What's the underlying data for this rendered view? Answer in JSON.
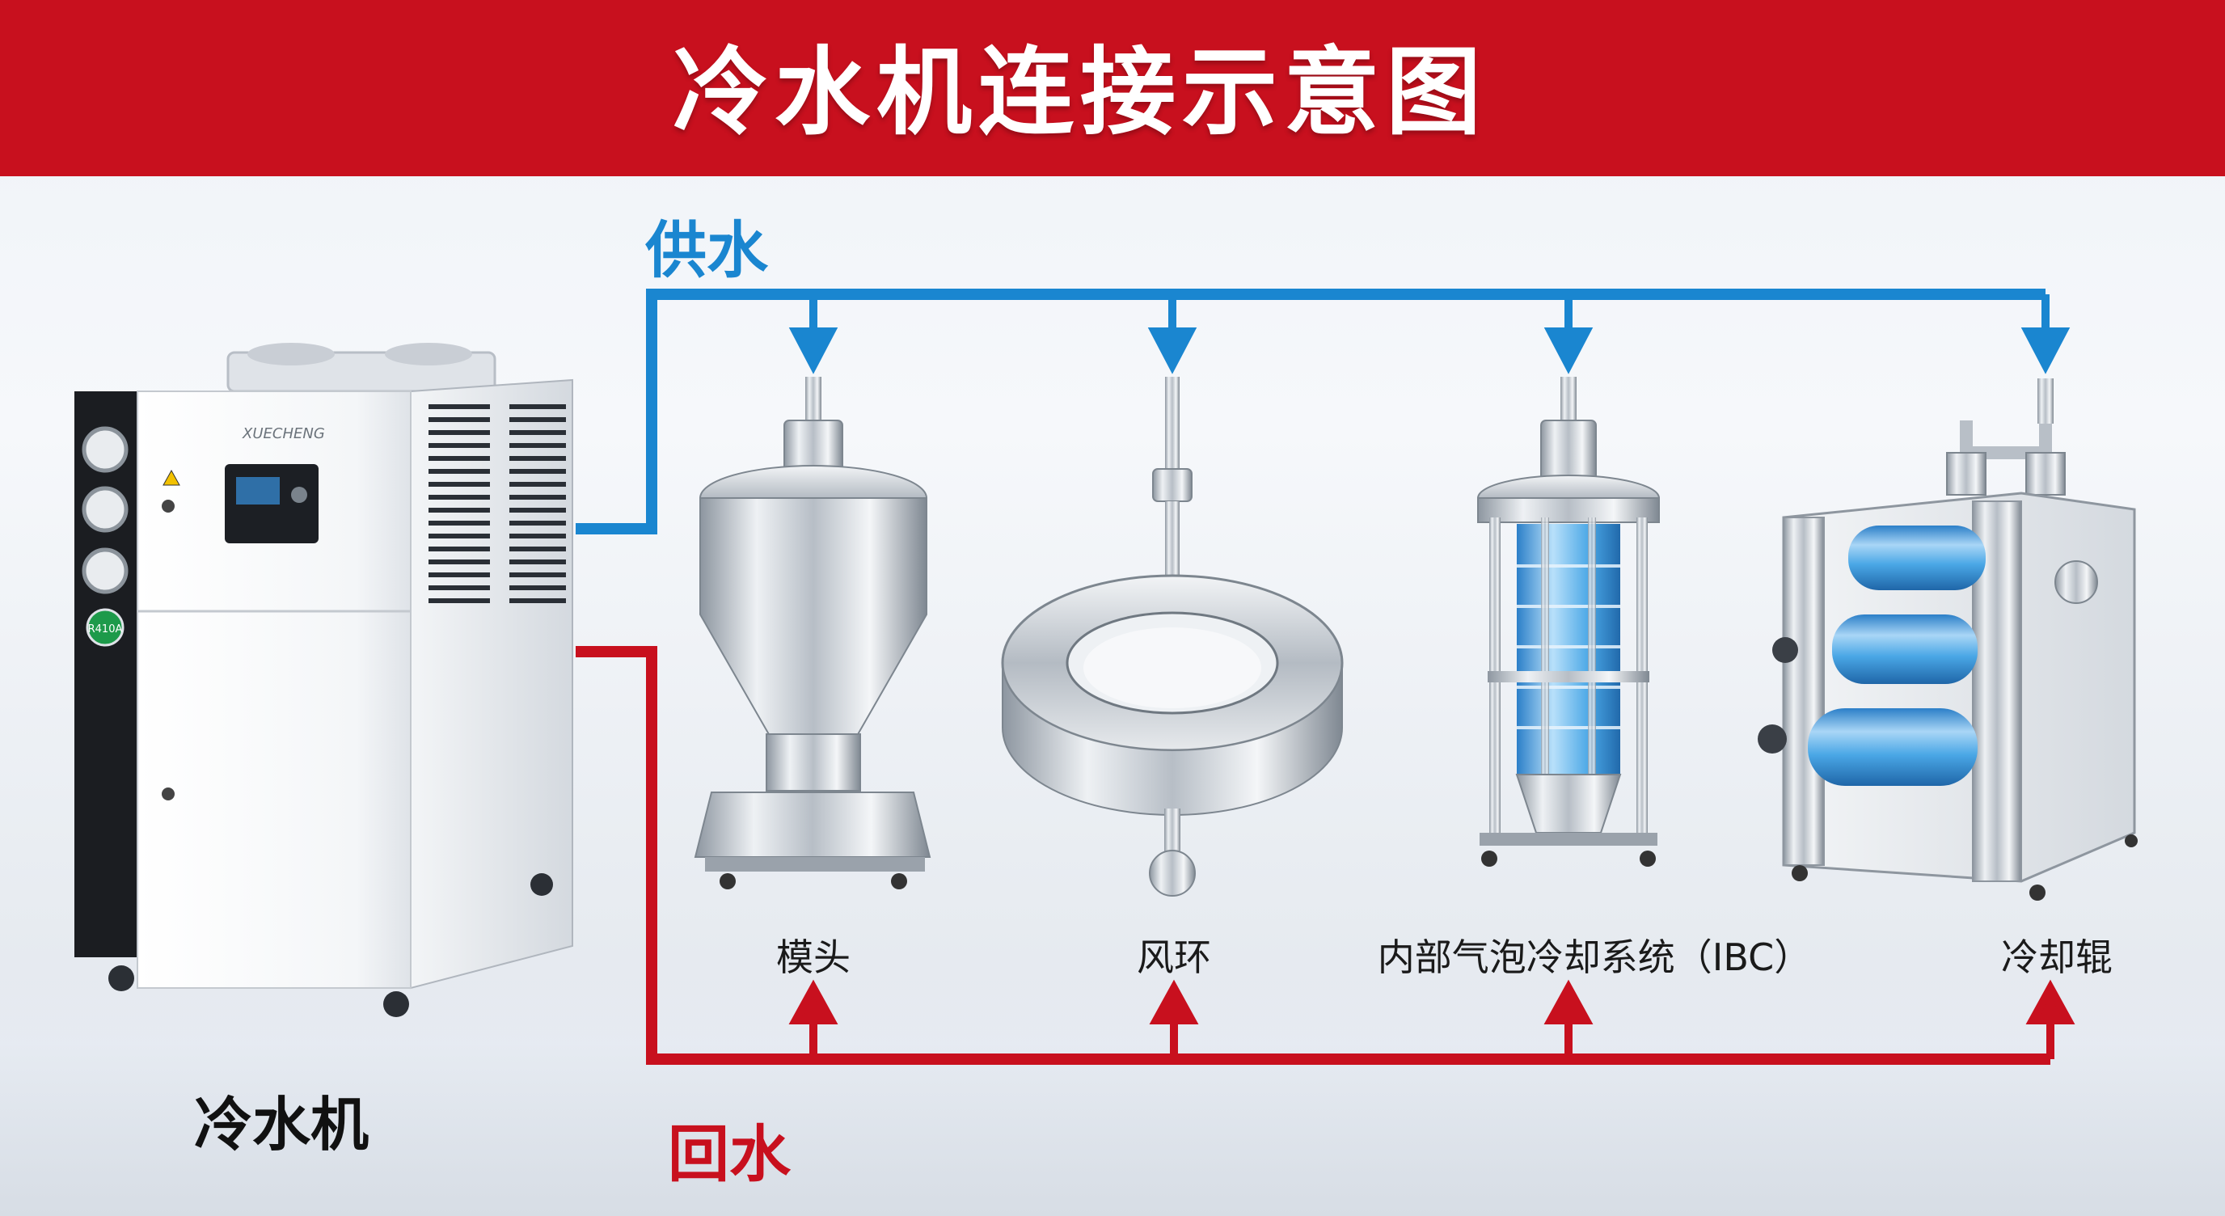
{
  "header": {
    "title": "冷水机连接示意图"
  },
  "flows": {
    "supply": "供水",
    "return": "回水"
  },
  "chiller": {
    "label": "冷水机",
    "brand_text": "XUECHENG",
    "refrigerant": "R410A"
  },
  "equipment": [
    {
      "label": "模头"
    },
    {
      "label": "风环"
    },
    {
      "label": "内部气泡冷却系统（IBC）"
    },
    {
      "label": "冷却辊"
    }
  ],
  "colors": {
    "header": "#c8101e",
    "supply": "#1a86d0",
    "return": "#c8101e",
    "roller": "#4aa7e6"
  }
}
